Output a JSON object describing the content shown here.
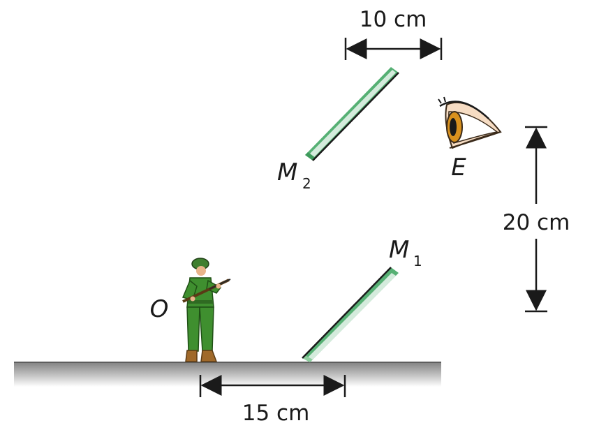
{
  "labels": {
    "top_distance": "10 cm",
    "bottom_distance": "15 cm",
    "vertical_distance": "20 cm",
    "mirror1_letter": "M",
    "mirror1_sub": "1",
    "mirror2_letter": "M",
    "mirror2_sub": "2",
    "eye": "E",
    "object": "O"
  },
  "colors": {
    "mirror_glass": "#4da96b",
    "ground": "#9a9a9a",
    "soldier_uniform": "#3f8f2f",
    "eye_iris": "#d9911e"
  }
}
